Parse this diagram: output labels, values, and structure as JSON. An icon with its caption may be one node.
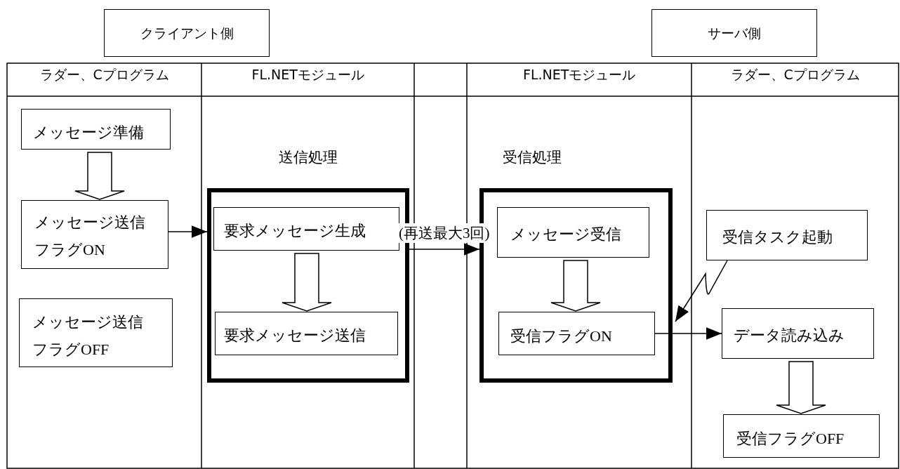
{
  "diagram": {
    "nodes": [
      {
        "text": [
          "クライアント側"
        ]
      },
      {
        "text": [
          "サーバ側"
        ]
      },
      {
        "text": [
          "メッセージ準備"
        ]
      },
      {
        "text": [
          "メッセージ送信フラグON"
        ]
      },
      {
        "text": [
          "メッセージ送信フラグOFF"
        ]
      },
      {
        "text": [],
        "shape": "box"
      },
      {
        "text": [
          "要求メッセージ生成"
        ],
        "in": 5
      },
      {
        "text": [
          "要求メッセージ送信"
        ],
        "in": 5
      },
      {
        "text": [],
        "shape": "box"
      },
      {
        "text": [
          "メッセージ受信"
        ],
        "in": 8
      },
      {
        "text": [
          "受信フラグON"
        ],
        "in": 8
      },
      {
        "text": [
          "受信タスク起動"
        ]
      },
      {
        "text": [
          "データ読み込み"
        ]
      },
      {
        "text": [
          "受信フラグOFF"
        ]
      }
    ],
    "edges": [
      {
        "from": 2,
        "to": 3,
        "arrow": "to"
      },
      {
        "from": 3,
        "to": 5,
        "arrow": "to"
      },
      {
        "from": 6,
        "to": 7,
        "arrow": "to"
      },
      {
        "from": 5,
        "to": 8,
        "arrow": "to",
        "label": "(再送最大3回)"
      },
      {
        "from": 9,
        "to": 10,
        "arrow": "to"
      },
      {
        "from": 10,
        "to": 12,
        "arrow": "to"
      },
      {
        "from": 11,
        "to": 8,
        "arrow": "to"
      },
      {
        "from": 12,
        "to": 13,
        "arrow": "to"
      }
    ],
    "labels": [
      "ラダー、Cプログラム",
      "FL.NETモジュール",
      "FL.NETモジュール",
      "ラダー、Cプログラム",
      "送信処理",
      "受信処理"
    ]
  }
}
